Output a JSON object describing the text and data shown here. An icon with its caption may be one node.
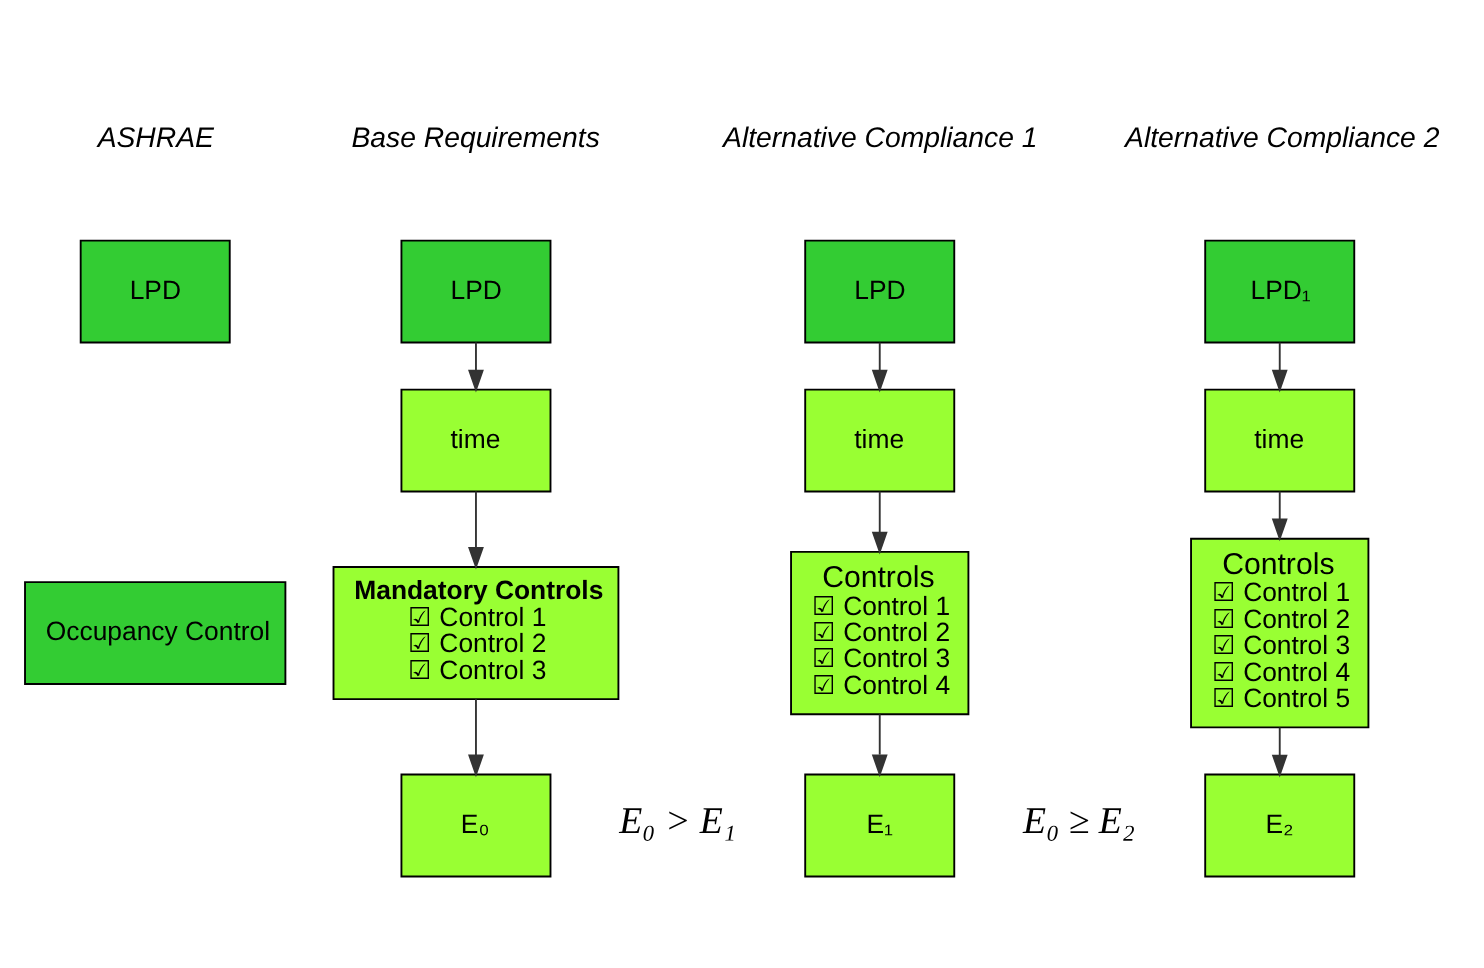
{
  "diagram": {
    "nodes": [
      {
        "text": [
          "LPD"
        ]
      },
      {
        "text": [
          "LPD"
        ]
      },
      {
        "text": [
          "LPD"
        ]
      },
      {
        "text": [
          "LPD₁"
        ]
      },
      {
        "text": [
          "time"
        ]
      },
      {
        "text": [
          "time"
        ]
      },
      {
        "text": [
          "time"
        ]
      },
      {
        "text": [
          "Occupancy Control"
        ]
      },
      {
        "text": [
          "Mandatory Controls",
          "☑ Control 1",
          "☑ Control 2",
          "☑ Control 3"
        ]
      },
      {
        "text": [
          "Controls",
          "☑ Control 1",
          "☑ Control 2",
          "☑ Control 3",
          "☑ Control 4"
        ]
      },
      {
        "text": [
          "Controls",
          "☑ Control 1",
          "☑ Control 2",
          "☑ Control 3",
          "☑ Control 4",
          "☑ Control 5"
        ]
      },
      {
        "text": [
          "E₀"
        ]
      },
      {
        "text": [
          "E₁"
        ]
      },
      {
        "text": [
          "E₂"
        ]
      }
    ],
    "edges": [
      {
        "from": 1,
        "to": 4,
        "arrow": "to"
      },
      {
        "from": 4,
        "to": 8,
        "arrow": "to"
      },
      {
        "from": 8,
        "to": 11,
        "arrow": "to"
      },
      {
        "from": 2,
        "to": 5,
        "arrow": "to"
      },
      {
        "from": 5,
        "to": 9,
        "arrow": "to"
      },
      {
        "from": 9,
        "to": 12,
        "arrow": "to"
      },
      {
        "from": 3,
        "to": 6,
        "arrow": "to"
      },
      {
        "from": 6,
        "to": 10,
        "arrow": "to"
      },
      {
        "from": 10,
        "to": 13,
        "arrow": "to"
      }
    ],
    "labels": [
      "ASHRAE",
      "Base Requirements",
      "Alternative Compliance 1",
      "Alternative Compliance 2",
      "E₀ > E₁",
      "E₀ ≥ E₂"
    ]
  }
}
